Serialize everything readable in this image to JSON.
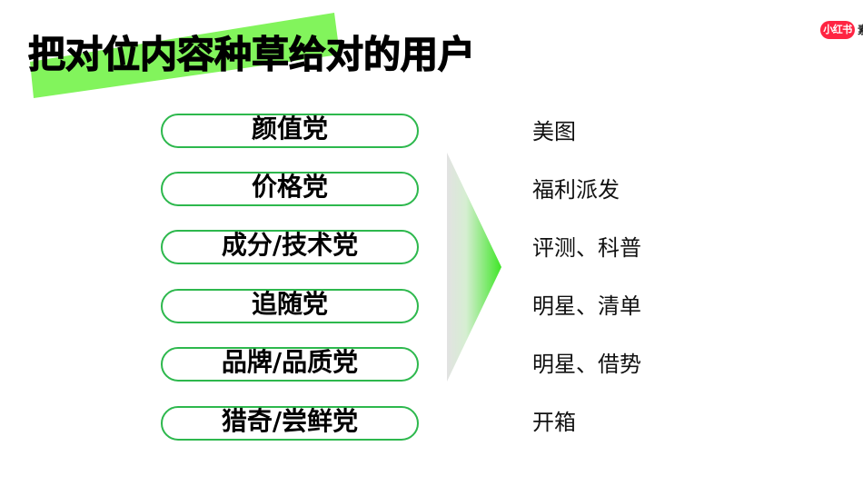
{
  "title": "把对位内容种草给对的用户",
  "brand": {
    "logo_text": "小红书",
    "logo_tail": "素",
    "logo_color": "#ff2442"
  },
  "colors": {
    "highlight": "#82f45c",
    "pill_border": "#2db84d",
    "arrow_start": "#e2e2e2",
    "arrow_end": "#3ee626"
  },
  "arrow_icon": "gradient-chevron-right",
  "user_types": [
    {
      "label": "颜值党",
      "content": "美图"
    },
    {
      "label": "价格党",
      "content": "福利派发"
    },
    {
      "label": "成分/技术党",
      "content": "评测、科普"
    },
    {
      "label": "追随党",
      "content": "明星、清单"
    },
    {
      "label": "品牌/品质党",
      "content": "明星、借势"
    },
    {
      "label": "猎奇/尝鲜党",
      "content": "开箱"
    }
  ]
}
